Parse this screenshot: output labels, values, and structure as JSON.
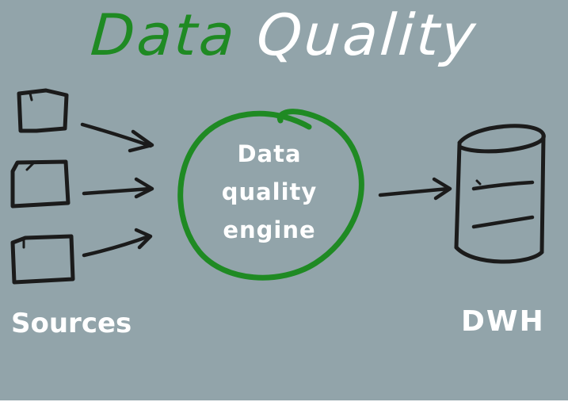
{
  "title": {
    "word1": "Data",
    "word2": "Quality"
  },
  "engine": {
    "line1": "Data",
    "line2": "quality",
    "line3": "engine"
  },
  "labels": {
    "sources": "Sources",
    "dwh": "DWH"
  },
  "colors": {
    "board": "#92a4aa",
    "accent_green": "#1f8a23",
    "ink": "#1b1b1b",
    "chalk_white": "#ffffff"
  },
  "icons": {
    "sources": [
      "file-icon",
      "file-icon",
      "file-icon"
    ],
    "engine": "circle-outline",
    "dwh": "database-icon"
  }
}
